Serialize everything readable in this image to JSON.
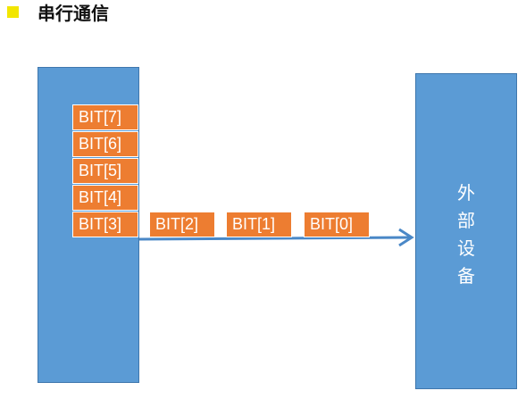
{
  "title": "串行通信",
  "external_device": {
    "label_chars": [
      "外",
      "部",
      "设",
      "备"
    ]
  },
  "stack_bits": [
    "BIT[7]",
    "BIT[6]",
    "BIT[5]",
    "BIT[4]",
    "BIT[3]"
  ],
  "transmit_bits": [
    "BIT[2]",
    "BIT[1]",
    "BIT[0]"
  ],
  "colors": {
    "block": "#5b9bd5",
    "bit": "#ed7d31",
    "arrow": "#4a88c7",
    "bullet": "#f2e600"
  },
  "icons": [
    "square-bullet-icon",
    "arrow-right-icon"
  ]
}
